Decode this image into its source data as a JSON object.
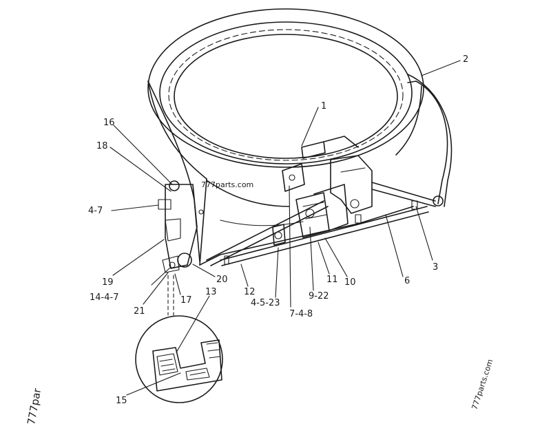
{
  "callouts": {
    "c1": "1",
    "c2": "2",
    "c3": "3",
    "c6": "6",
    "c10": "10",
    "c11": "11",
    "c12": "12",
    "c13": "13",
    "c15": "15",
    "c16": "16",
    "c17": "17",
    "c18": "18",
    "c19": "19",
    "c20": "20",
    "c21": "21",
    "c4_7": "4-7",
    "c14_4_7": "14-4-7",
    "c4_5_23": "4-5-23",
    "c7_4_8": "7-4-8",
    "c9_22": "9-22"
  },
  "watermarks": {
    "center": "777parts.com",
    "right": "777parts.com",
    "left": "777par"
  },
  "colors": {
    "ink": "#1a1a1a",
    "paper": "#ffffff"
  }
}
